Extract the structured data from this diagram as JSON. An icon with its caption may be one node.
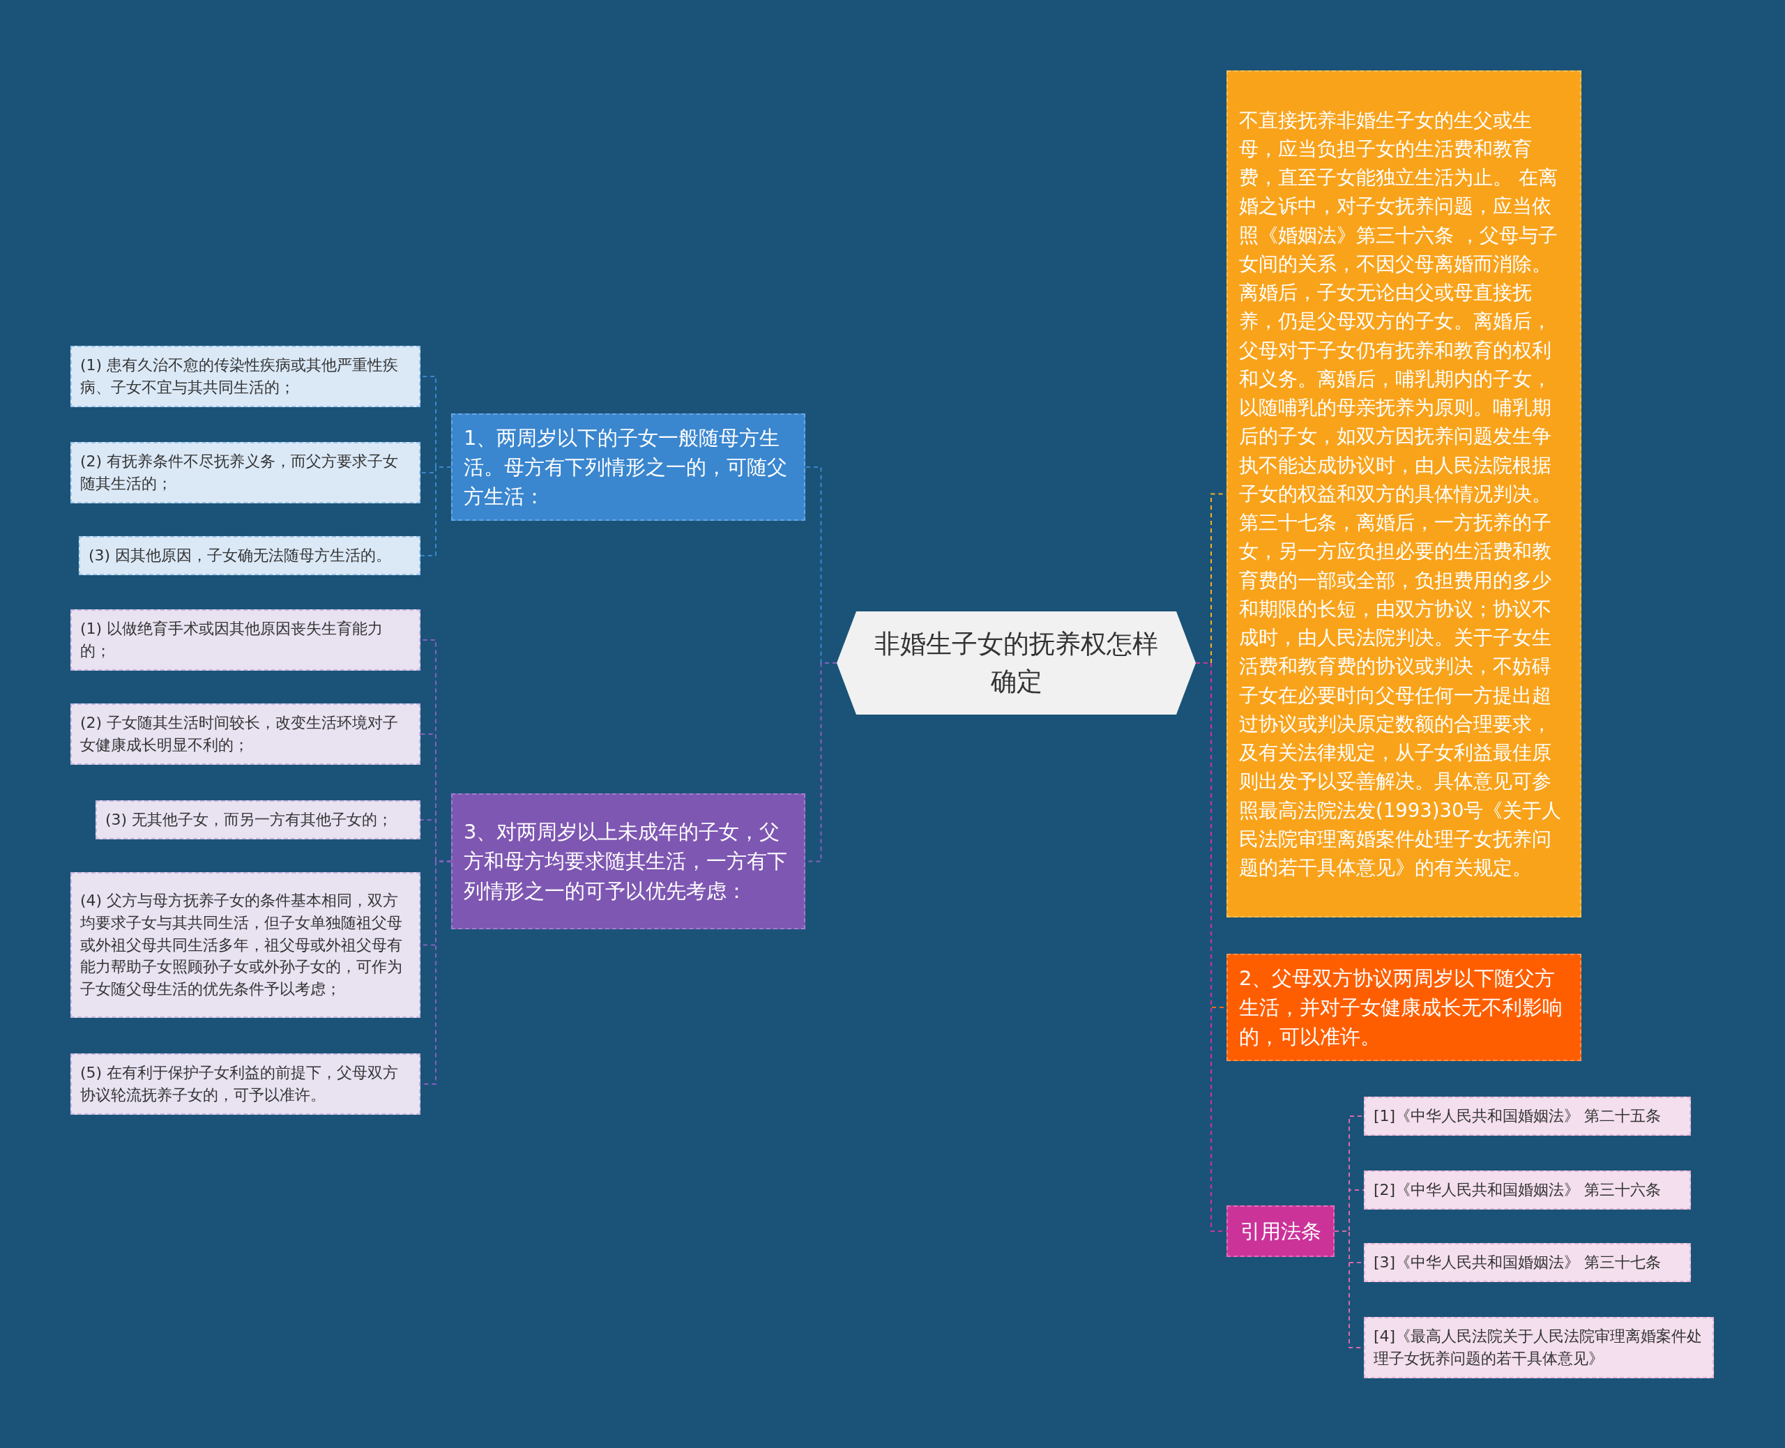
{
  "diagram": {
    "nodes": [
      {
        "text": [
          "非婚生子女的抚养权怎样确定"
        ]
      },
      {
        "text": [
          "1、两周岁以下的子女一般随母方生活。母方有下列情形之一的，可随父方生活："
        ]
      },
      {
        "text": [
          "(1) 患有久治不愈的传染性疾病或其他严重性疾病、子女不宜与其共同生活的；"
        ]
      },
      {
        "text": [
          "(2) 有抚养条件不尽抚养义务，而父方要求子女随其生活的；"
        ]
      },
      {
        "text": [
          "(3) 因其他原因，子女确无法随母方生活的。"
        ]
      },
      {
        "text": [
          "3、对两周岁以上未成年的子女，父方和母方均要求随其生活，一方有下列情形之一的可予以优先考虑："
        ]
      },
      {
        "text": [
          "(1) 以做绝育手术或因其他原因丧失生育能力的；"
        ]
      },
      {
        "text": [
          "(2) 子女随其生活时间较长，改变生活环境对子女健康成长明显不利的；"
        ]
      },
      {
        "text": [
          "(3) 无其他子女，而另一方有其他子女的；"
        ]
      },
      {
        "text": [
          "(4) 父方与母方抚养子女的条件基本相同，双方均要求子女与其共同生活，但子女单独随祖父母或外祖父母共同生活多年，祖父母或外祖父母有能力帮助子女照顾孙子女或外孙子女的，可作为子女随父母生活的优先条件予以考虑；"
        ]
      },
      {
        "text": [
          "(5) 在有利于保护子女利益的前提下，父母双方协议轮流抚养子女的，可予以准许。"
        ]
      },
      {
        "text": [
          "不直接抚养非婚生子女的生父或生母，应当负担子女的生活费和教育费，直至子女能独立生活为止。 在离婚之诉中，对子女抚养问题，应当依照《婚姻法》第三十六条 ，父母与子女间的关系，不因父母离婚而消除。离婚后，子女无论由父或母直接抚养，仍是父母双方的子女。离婚后，父母对于子女仍有抚养和教育的权利和义务。离婚后，哺乳期内的子女，以随哺乳的母亲抚养为原则。哺乳期后的子女，如双方因抚养问题发生争执不能达成协议时，由人民法院根据子女的权益和双方的具体情况判决。第三十七条，离婚后，一方抚养的子女，另一方应负担必要的生活费和教育费的一部或全部，负担费用的多少和期限的长短，由双方协议；协议不成时，由人民法院判决。关于子女生活费和教育费的协议或判决，不妨碍子女在必要时向父母任何一方提出超过协议或判决原定数额的合理要求，及有关法律规定，从子女利益最佳原则出发予以妥善解决。具体意见可参照最高法院法发(1993)30号《关于人民法院审理离婚案件处理子女抚养问题的若干具体意见》的有关规定。"
        ]
      },
      {
        "text": [
          "2、父母双方协议两周岁以下随父方生活，并对子女健康成长无不利影响的，可以准许。"
        ]
      },
      {
        "text": [
          "引用法条"
        ]
      },
      {
        "text": [
          "[1]《中华人民共和国婚姻法》 第二十五条"
        ]
      },
      {
        "text": [
          "[2]《中华人民共和国婚姻法》 第三十六条"
        ]
      },
      {
        "text": [
          "[3]《中华人民共和国婚姻法》 第三十七条"
        ]
      },
      {
        "text": [
          "[4]《最高人民法院关于人民法院审理离婚案件处理子女抚养问题的若干具体意见》"
        ]
      }
    ],
    "edges": [
      {
        "from": 0,
        "to": 1,
        "arrow": "none",
        "color": "#3a86cf"
      },
      {
        "from": 1,
        "to": 2,
        "arrow": "none",
        "color": "#3a86cf"
      },
      {
        "from": 1,
        "to": 3,
        "arrow": "none",
        "color": "#3a86cf"
      },
      {
        "from": 1,
        "to": 4,
        "arrow": "none",
        "color": "#3a86cf"
      },
      {
        "from": 0,
        "to": 5,
        "arrow": "none",
        "color": "#8a5fc0"
      },
      {
        "from": 5,
        "to": 6,
        "arrow": "none",
        "color": "#8a5fc0"
      },
      {
        "from": 5,
        "to": 7,
        "arrow": "none",
        "color": "#8a5fc0"
      },
      {
        "from": 5,
        "to": 8,
        "arrow": "none",
        "color": "#8a5fc0"
      },
      {
        "from": 5,
        "to": 9,
        "arrow": "none",
        "color": "#8a5fc0"
      },
      {
        "from": 5,
        "to": 10,
        "arrow": "none",
        "color": "#8a5fc0"
      },
      {
        "from": 0,
        "to": 11,
        "arrow": "none",
        "color": "#f5b21f"
      },
      {
        "from": 0,
        "to": 12,
        "arrow": "none",
        "color": "#ff6a10"
      },
      {
        "from": 0,
        "to": 13,
        "arrow": "none",
        "color": "#cc3399"
      },
      {
        "from": 13,
        "to": 14,
        "arrow": "none",
        "color": "#d86aa8"
      },
      {
        "from": 13,
        "to": 15,
        "arrow": "none",
        "color": "#d86aa8"
      },
      {
        "from": 13,
        "to": 16,
        "arrow": "none",
        "color": "#d86aa8"
      },
      {
        "from": 13,
        "to": 17,
        "arrow": "none",
        "color": "#d86aa8"
      }
    ]
  }
}
